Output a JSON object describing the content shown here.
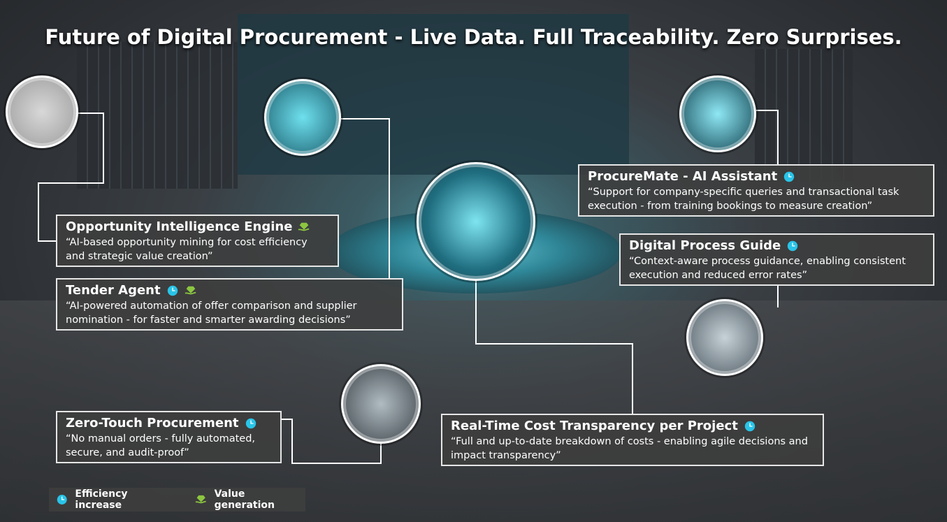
{
  "title": "Future of Digital Procurement - Live Data. Full Traceability. Zero Surprises.",
  "colors": {
    "efficiency": "#29c4e8",
    "value": "#8cc63f"
  },
  "cards": [
    {
      "title": "Opportunity Intelligence Engine",
      "desc": "“AI-based opportunity mining for cost efficiency and strategic value creation”",
      "icons": [
        "value-icon"
      ]
    },
    {
      "title": "Tender Agent",
      "desc": "“AI-powered automation of offer comparison and supplier nomination - for faster and smarter awarding decisions”",
      "icons": [
        "efficiency-icon",
        "value-icon"
      ]
    },
    {
      "title": "ProcureMate - AI Assistant",
      "desc": "“Support for company-specific queries and transactional task execution - from training bookings to measure creation”",
      "icons": [
        "efficiency-icon"
      ]
    },
    {
      "title": "Digital Process Guide",
      "desc": "“Context-aware process guidance, enabling consistent execution and reduced error rates”",
      "icons": [
        "efficiency-icon"
      ]
    },
    {
      "title": "Zero-Touch Procurement",
      "desc": "“No manual orders - fully automated, secure, and audit-proof”",
      "icons": [
        "efficiency-icon"
      ]
    },
    {
      "title": "Real-Time Cost Transparency per Project",
      "desc": "“Full and up-to-date breakdown of costs - enabling agile decisions and impact transparency”",
      "icons": [
        "efficiency-icon"
      ]
    }
  ],
  "legend": {
    "efficiency": "Efficiency increase",
    "value": "Value generation"
  }
}
